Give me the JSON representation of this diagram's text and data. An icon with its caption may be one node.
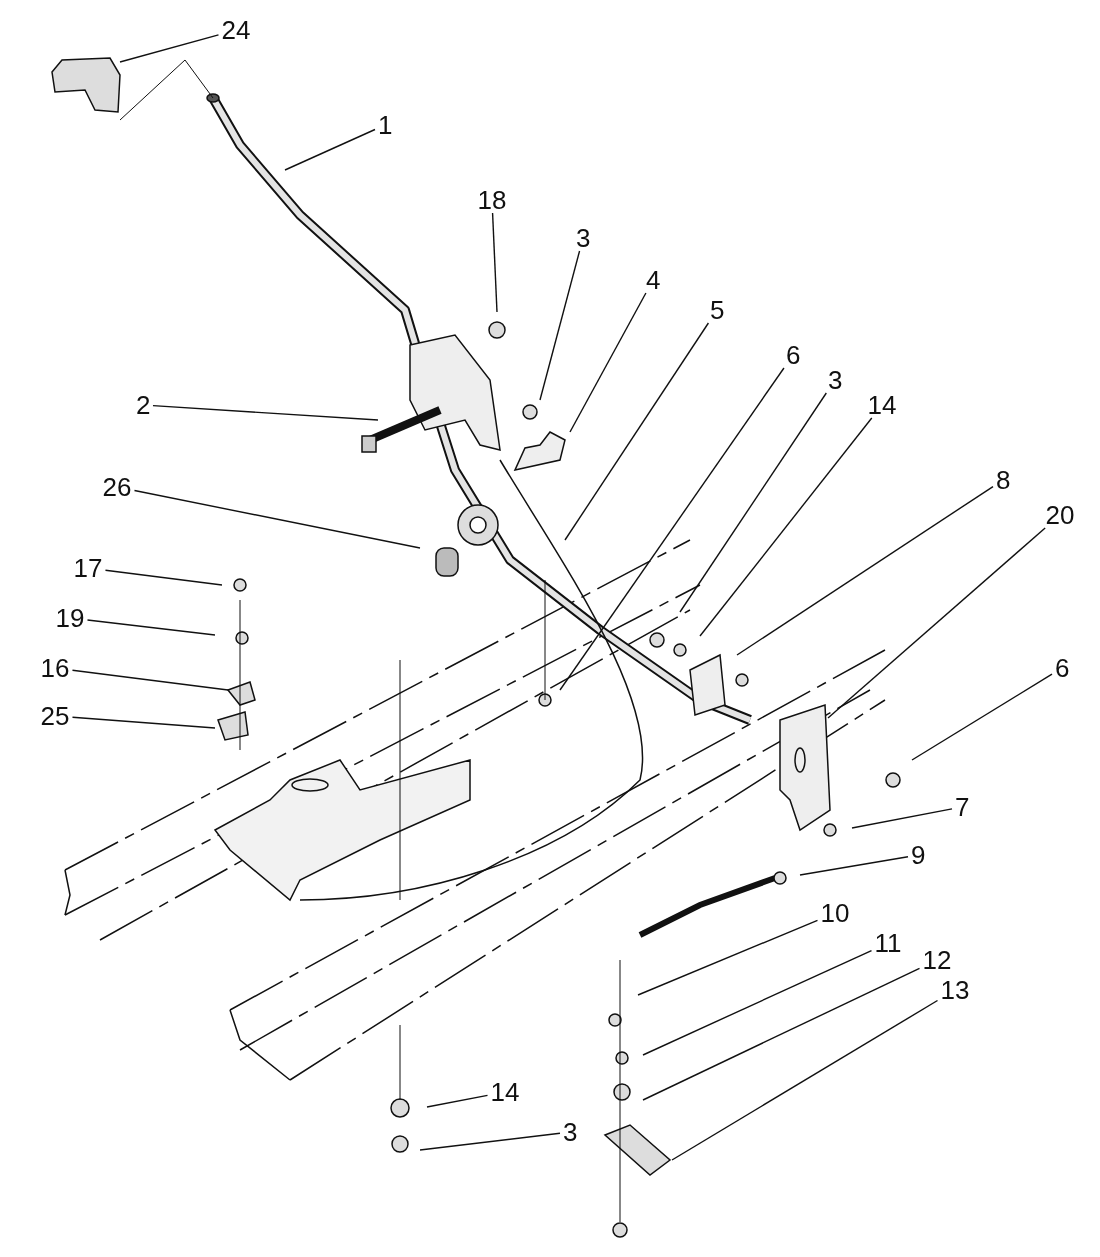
{
  "diagram": {
    "nodes": [
      {
        "text": [
          "24"
        ]
      },
      {
        "text": [
          "1"
        ]
      },
      {
        "text": [
          "18"
        ]
      },
      {
        "text": [
          "3"
        ]
      },
      {
        "text": [
          "4"
        ]
      },
      {
        "text": [
          "5"
        ]
      },
      {
        "text": [
          "6"
        ]
      },
      {
        "text": [
          "3"
        ]
      },
      {
        "text": [
          "14"
        ]
      },
      {
        "text": [
          "8"
        ]
      },
      {
        "text": [
          "20"
        ]
      },
      {
        "text": [
          "2"
        ]
      },
      {
        "text": [
          "26"
        ]
      },
      {
        "text": [
          "17"
        ]
      },
      {
        "text": [
          "19"
        ]
      },
      {
        "text": [
          "16"
        ]
      },
      {
        "text": [
          "25"
        ]
      },
      {
        "text": [
          "6"
        ]
      },
      {
        "text": [
          "7"
        ]
      },
      {
        "text": [
          "9"
        ]
      },
      {
        "text": [
          "10"
        ]
      },
      {
        "text": [
          "11"
        ]
      },
      {
        "text": [
          "12"
        ]
      },
      {
        "text": [
          "13"
        ]
      },
      {
        "text": [
          "14"
        ]
      },
      {
        "text": [
          "3"
        ]
      }
    ],
    "edges": [
      {
        "from": 0,
        "to": null,
        "arrow": "none"
      },
      {
        "from": 1,
        "to": null,
        "arrow": "none"
      },
      {
        "from": 2,
        "to": null,
        "arrow": "none"
      },
      {
        "from": 3,
        "to": null,
        "arrow": "none"
      },
      {
        "from": 4,
        "to": null,
        "arrow": "none"
      },
      {
        "from": 5,
        "to": null,
        "arrow": "none"
      },
      {
        "from": 6,
        "to": null,
        "arrow": "none"
      },
      {
        "from": 7,
        "to": null,
        "arrow": "none"
      },
      {
        "from": 8,
        "to": null,
        "arrow": "none"
      },
      {
        "from": 9,
        "to": null,
        "arrow": "none"
      },
      {
        "from": 10,
        "to": null,
        "arrow": "none"
      },
      {
        "from": 11,
        "to": null,
        "arrow": "none"
      },
      {
        "from": 12,
        "to": null,
        "arrow": "none"
      },
      {
        "from": 13,
        "to": null,
        "arrow": "none"
      },
      {
        "from": 14,
        "to": null,
        "arrow": "none"
      },
      {
        "from": 15,
        "to": null,
        "arrow": "none"
      },
      {
        "from": 16,
        "to": null,
        "arrow": "none"
      },
      {
        "from": 17,
        "to": null,
        "arrow": "none"
      },
      {
        "from": 18,
        "to": null,
        "arrow": "none"
      },
      {
        "from": 19,
        "to": null,
        "arrow": "none"
      },
      {
        "from": 20,
        "to": null,
        "arrow": "none"
      },
      {
        "from": 21,
        "to": null,
        "arrow": "none"
      },
      {
        "from": 22,
        "to": null,
        "arrow": "none"
      },
      {
        "from": 23,
        "to": null,
        "arrow": "none"
      },
      {
        "from": 24,
        "to": null,
        "arrow": "none"
      },
      {
        "from": 25,
        "to": null,
        "arrow": "none"
      }
    ]
  }
}
